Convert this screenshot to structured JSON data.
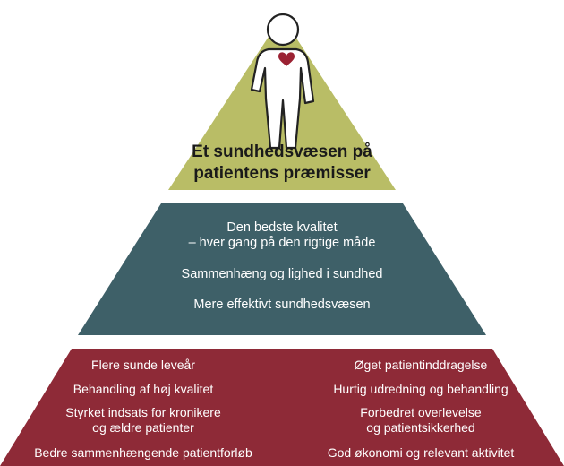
{
  "colors": {
    "top": "#b9bd66",
    "middle": "#3e6068",
    "bottom": "#8e2a37",
    "heart": "#9b2233",
    "figure_stroke": "#222222"
  },
  "top": {
    "icon": "person-with-heart-icon",
    "title_line1": "Et sundhedsvæsen på",
    "title_line2": "patientens præmisser"
  },
  "middle": {
    "items": [
      {
        "line1": "Den bedste kvalitet",
        "line2": "– hver gang på den rigtige måde"
      },
      {
        "line1": "Sammenhæng og lighed i sundhed"
      },
      {
        "line1": "Mere effektivt sundhedsvæsen"
      }
    ]
  },
  "bottom": {
    "left": [
      {
        "line1": "Flere sunde leveår"
      },
      {
        "line1": "Behandling af høj kvalitet"
      },
      {
        "line1": "Styrket indsats for kronikere",
        "line2": "og ældre patienter"
      },
      {
        "line1": "Bedre sammenhængende patientforløb"
      }
    ],
    "right": [
      {
        "line1": "Øget patientinddragelse"
      },
      {
        "line1": "Hurtig udredning og behandling"
      },
      {
        "line1": "Forbedret overlevelse",
        "line2": "og patientsikkerhed"
      },
      {
        "line1": "God økonomi og relevant aktivitet"
      }
    ]
  }
}
